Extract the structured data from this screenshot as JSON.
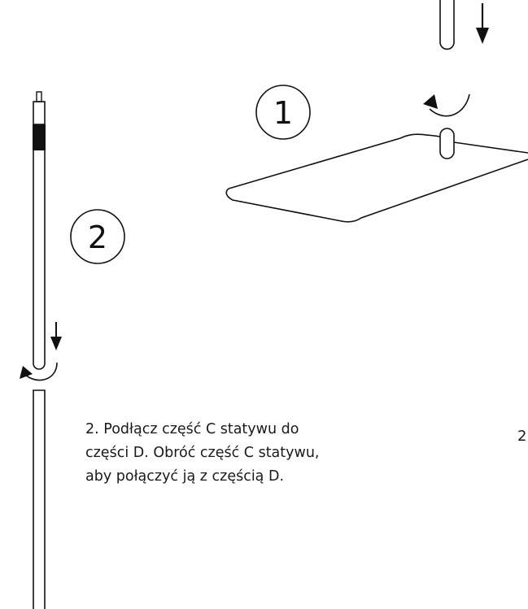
{
  "steps": {
    "step1": "1",
    "step2": "2"
  },
  "instruction": {
    "text": "2.   Podłącz część C statywu do części D. Obróć część C statywu, aby połączyć ją z częścią D."
  },
  "cut_text": "2",
  "colors": {
    "line": "#111111",
    "background": "#ffffff"
  }
}
